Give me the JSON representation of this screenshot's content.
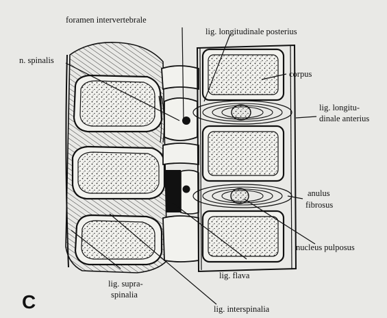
{
  "panel_letter": "C",
  "labels": {
    "foramen_intervertebrale": "foramen intervertebrale",
    "lig_longitudinale_posterius": "lig. longitudinale posterius",
    "n_spinalis": "n. spinalis",
    "corpus": "corpus",
    "lig_longitudinale_anterius_1": "lig. longitu-",
    "lig_longitudinale_anterius_2": "dinale anterius",
    "anulus_fibrosus_1": "anulus",
    "anulus_fibrosus_2": "fibrosus",
    "nucleus_pulposus": "nucleus pulposus",
    "lig_flava": "lig. flava",
    "lig_supraspinalia_1": "lig. supra-",
    "lig_supraspinalia_2": "spinalia",
    "lig_interspinalia": "lig. interspinalia"
  },
  "colors": {
    "background": "#e9e9e6",
    "ink": "#111111",
    "bone_fill": "#f2f2ee",
    "dark_shade": "#222222"
  }
}
